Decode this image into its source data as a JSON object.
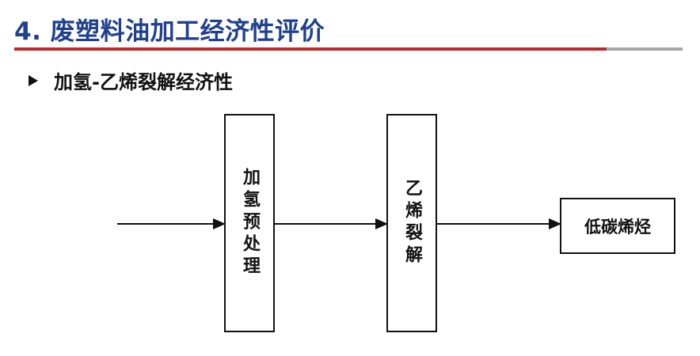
{
  "header": {
    "title": "4. 废塑料油加工经济性评价"
  },
  "section": {
    "subtitle": "加氢-乙烯裂解经济性"
  },
  "diagram": {
    "nodes": [
      {
        "id": "hydro-pretreatment",
        "label": "加氢预处理"
      },
      {
        "id": "ethylene-cracking",
        "label": "乙烯裂解"
      },
      {
        "id": "low-carbon-olefins",
        "label": "低碳烯烃"
      }
    ]
  }
}
